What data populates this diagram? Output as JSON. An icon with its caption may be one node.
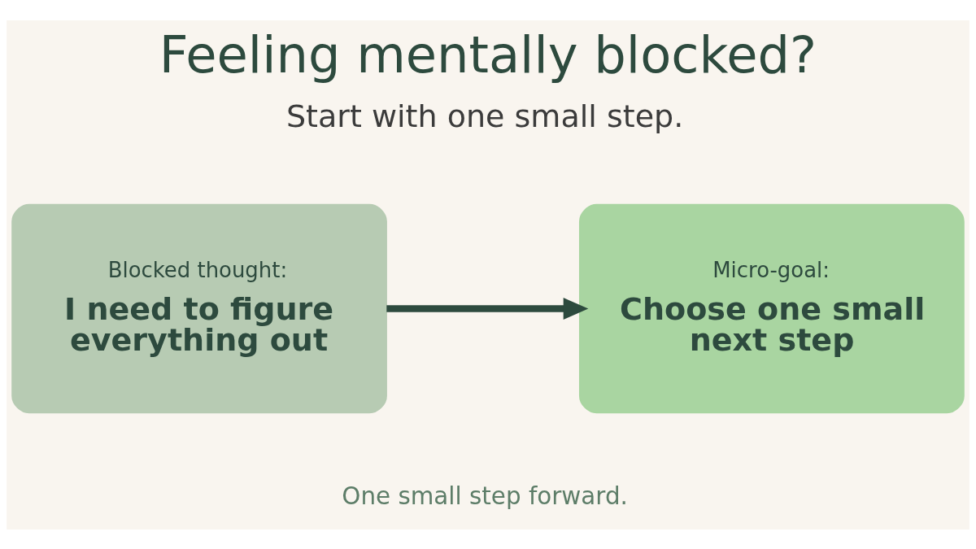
{
  "diagram": {
    "title": "Feeling mentally blocked?",
    "caption": "One small step forward.",
    "nodes": [
      {
        "text": [
          "Blocked thought:",
          "I need to figure everything out"
        ]
      },
      {
        "text": [
          "Micro-goal:",
          "Choose one small next step"
        ]
      }
    ],
    "edges": [
      {
        "from": 0,
        "to": 1,
        "arrow": "to"
      }
    ],
    "labels": [
      "Start with one small step."
    ]
  }
}
